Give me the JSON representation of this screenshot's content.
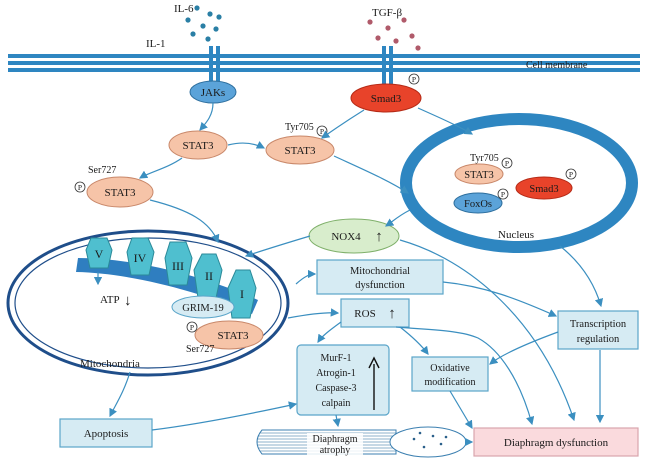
{
  "cytokines": {
    "il6": "IL-6",
    "il1": "IL-1",
    "tgfb": "TGF-β"
  },
  "membrane": {
    "label": "Cell membrane"
  },
  "nodes": {
    "jaks": "JAKs",
    "smad3": "Smad3",
    "stat3_a": "STAT3",
    "stat3_b": "STAT3",
    "stat3_c": "STAT3",
    "stat3_nuc": "STAT3",
    "stat3_mito": "STAT3",
    "foxos": "FoxOs",
    "smad3_nuc": "Smad3",
    "nox4": "NOX4",
    "grim19": "GRIM-19",
    "ros": "ROS"
  },
  "phospho_sites": {
    "tyr705_a": "Tyr705",
    "ser727_a": "Ser727",
    "tyr705_nuc": "Tyr705",
    "ser727_mito": "Ser727",
    "p": "P"
  },
  "compartments": {
    "nucleus": "Nucleus",
    "mitochondria": "Mitochondria"
  },
  "complexes": [
    "V",
    "IV",
    "III",
    "II",
    "I"
  ],
  "atp": "ATP",
  "arrows": {
    "up": "↑",
    "down": "↓"
  },
  "boxes": {
    "mito_dys_1": "Mitochondrial",
    "mito_dys_2": "dysfunction",
    "murf_lines": [
      "MurF-1",
      "Atrogin-1",
      "Caspase-3",
      "calpain"
    ],
    "oxid_1": "Oxidative",
    "oxid_2": "modification",
    "trans_1": "Transcription",
    "trans_2": "regulation",
    "apoptosis": "Apoptosis",
    "diaphragm": "Diaphragm dysfunction",
    "atrophy_1": "Diaphragm",
    "atrophy_2": "atrophy"
  },
  "colors": {
    "membrane": "#2e86c1",
    "smad3": "#e8432a",
    "stat3": "#f6c4a8",
    "jaks": "#5ba3d9",
    "nox4": "#d8edcc",
    "box": "#d6ebf3",
    "pink": "#fadadd",
    "il_dots": "#2a7fa5",
    "tgf_dots": "#b05a6a"
  }
}
